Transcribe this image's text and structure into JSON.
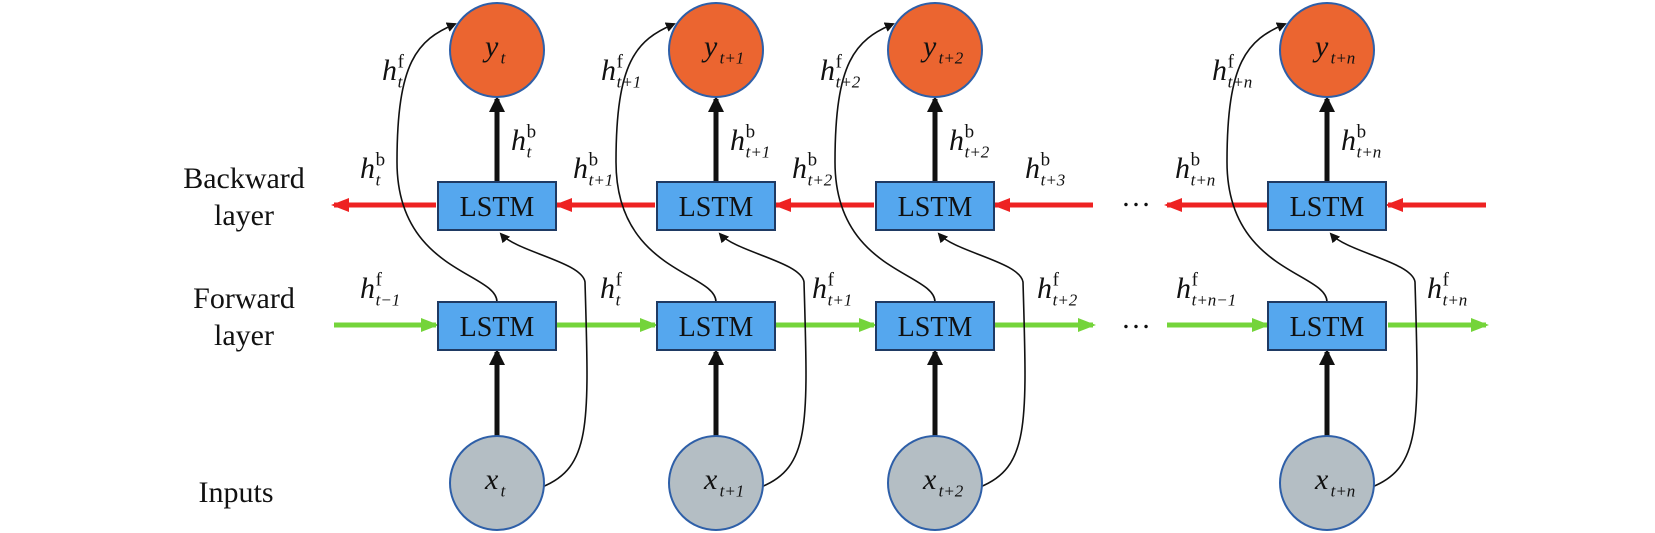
{
  "row_labels": {
    "backward_line1": "Backward",
    "backward_line2": "layer",
    "forward_line1": "Forward",
    "forward_line2": "layer",
    "inputs": "Inputs"
  },
  "cell_label": "LSTM",
  "ellipsis": "…",
  "colors": {
    "lstm_fill": "#55A7EE",
    "lstm_stroke": "#1F3A63",
    "output_fill": "#EB6530",
    "input_fill": "#B4BEC4",
    "node_stroke": "#2E5FA8",
    "backward_arrow": "#EE2222",
    "forward_arrow": "#74D43A",
    "black": "#111111"
  },
  "columns": [
    {
      "output": {
        "base": "y",
        "sub": "t"
      },
      "input": {
        "base": "x",
        "sub": "t"
      },
      "hf_up": {
        "base": "h",
        "sup": "f",
        "sub": "t"
      },
      "hb_up": {
        "base": "h",
        "sup": "b",
        "sub": "t"
      }
    },
    {
      "output": {
        "base": "y",
        "sub": "t+1"
      },
      "input": {
        "base": "x",
        "sub": "t+1"
      },
      "hf_up": {
        "base": "h",
        "sup": "f",
        "sub": "t+1"
      },
      "hb_up": {
        "base": "h",
        "sup": "b",
        "sub": "t+1"
      }
    },
    {
      "output": {
        "base": "y",
        "sub": "t+2"
      },
      "input": {
        "base": "x",
        "sub": "t+2"
      },
      "hf_up": {
        "base": "h",
        "sup": "f",
        "sub": "t+2"
      },
      "hb_up": {
        "base": "h",
        "sup": "b",
        "sub": "t+2"
      }
    },
    {
      "output": {
        "base": "y",
        "sub": "t+n"
      },
      "input": {
        "base": "x",
        "sub": "t+n"
      },
      "hf_up": {
        "base": "h",
        "sup": "f",
        "sub": "t+n"
      },
      "hb_up": {
        "base": "h",
        "sup": "b",
        "sub": "t+n"
      }
    }
  ],
  "backward_arrow_labels": [
    {
      "base": "h",
      "sup": "b",
      "sub": "t"
    },
    {
      "base": "h",
      "sup": "b",
      "sub": "t+1"
    },
    {
      "base": "h",
      "sup": "b",
      "sub": "t+2"
    },
    {
      "base": "h",
      "sup": "b",
      "sub": "t+3"
    },
    {
      "base": "h",
      "sup": "b",
      "sub": "t+n"
    }
  ],
  "forward_arrow_labels": [
    {
      "base": "h",
      "sup": "f",
      "sub": "t−1"
    },
    {
      "base": "h",
      "sup": "f",
      "sub": "t"
    },
    {
      "base": "h",
      "sup": "f",
      "sub": "t+1"
    },
    {
      "base": "h",
      "sup": "f",
      "sub": "t+2"
    },
    {
      "base": "h",
      "sup": "f",
      "sub": "t+n−1"
    },
    {
      "base": "h",
      "sup": "f",
      "sub": "t+n"
    }
  ]
}
